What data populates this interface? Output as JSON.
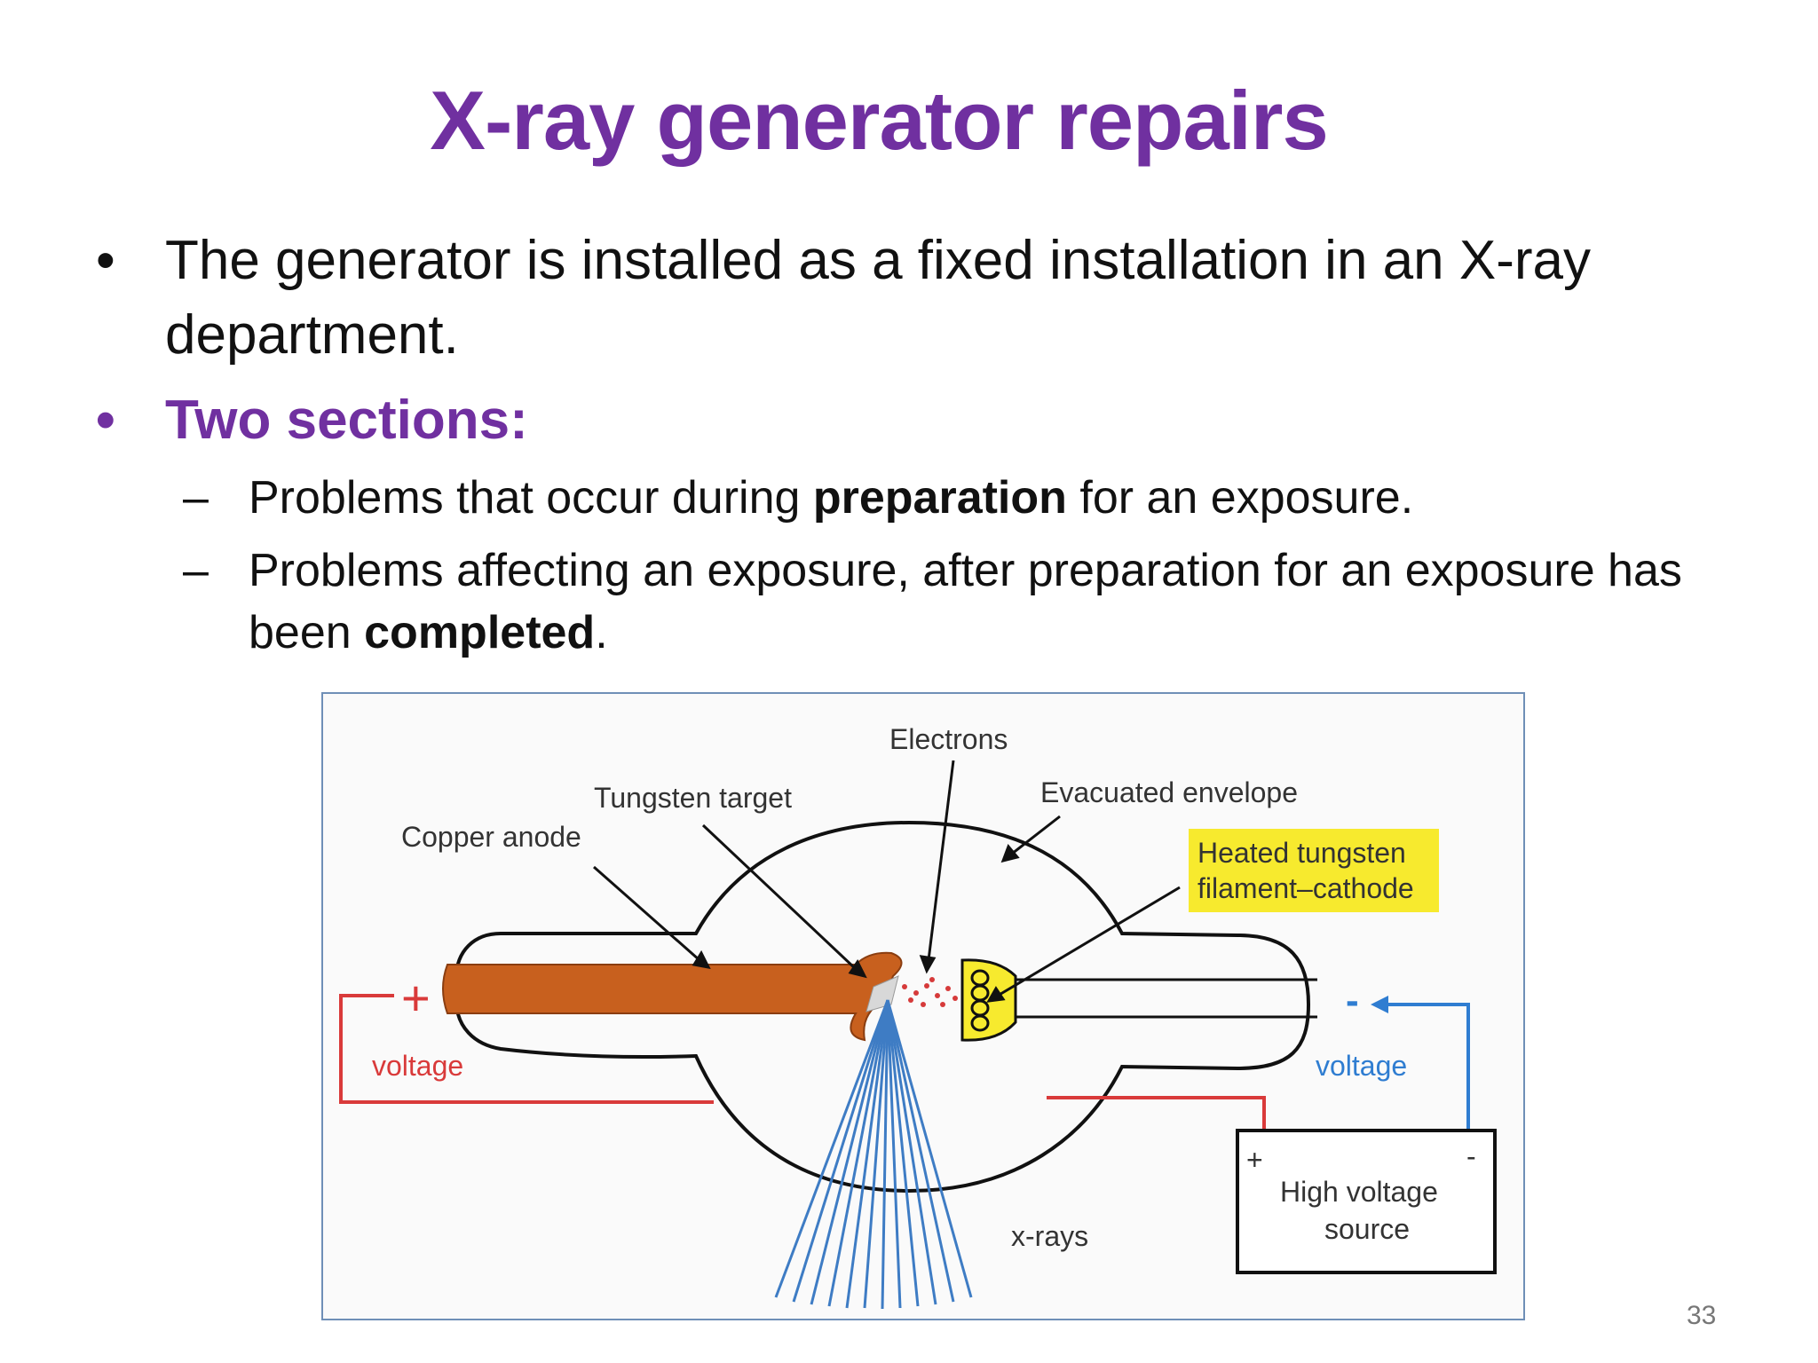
{
  "slide": {
    "title": "X-ray generator repairs",
    "bullets": [
      {
        "text": "The generator is installed as a fixed installation in an X-ray department."
      },
      {
        "text": "Two sections:"
      }
    ],
    "sub_bullets": [
      {
        "before": "Problems that occur during ",
        "bold": "preparation",
        "after": " for an exposure."
      },
      {
        "before": "Problems affecting an exposure, after preparation for an exposure has been ",
        "bold": "completed",
        "after": "."
      }
    ],
    "bullet_mark": "•",
    "dash_mark": "–",
    "page_number": "33"
  },
  "diagram": {
    "labels": {
      "electrons": "Electrons",
      "tungsten_target": "Tungsten target",
      "evacuated_envelope": "Evacuated envelope",
      "copper_anode": "Copper anode",
      "cathode_line1": "Heated tungsten",
      "cathode_line2": "filament–cathode",
      "plus": "+",
      "minus": "-",
      "voltage_left": "voltage",
      "voltage_right": "voltage",
      "xrays": "x-rays",
      "source_line1": "High voltage",
      "source_line2": "source",
      "source_plus": "+",
      "source_minus": "-"
    },
    "colors": {
      "anode": "#c8601e",
      "cathode_highlight": "#f7ea2e",
      "xray_lines": "#3e7cc4",
      "positive_wire": "#d93a3a",
      "negative_wire": "#2f7dd1",
      "outline": "#111111"
    }
  }
}
